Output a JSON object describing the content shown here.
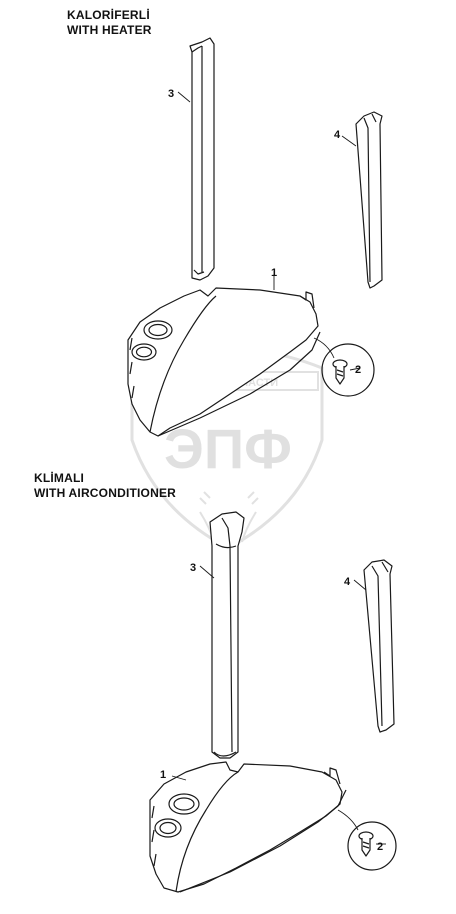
{
  "watermark": {
    "caption": "ЗАПЧАСТИ",
    "brand": "ЭПФ",
    "color": "#c9c9c9"
  },
  "sections": [
    {
      "id": "heater",
      "title_line1": "KALORİFERLİ",
      "title_line2": "WITH HEATER",
      "callouts": {
        "part1": "1",
        "part2": "2",
        "part3": "3",
        "part4": "4"
      }
    },
    {
      "id": "aircon",
      "title_line1": "KLİMALI",
      "title_line2": "WITH AIRCONDITIONER",
      "callouts": {
        "part1": "1",
        "part2": "2",
        "part3": "3",
        "part4": "4"
      }
    }
  ],
  "colors": {
    "line": "#1a1a1a",
    "part_fill": "#ffffff",
    "shade": "#dcdcdc"
  },
  "icons": {
    "screw": "screw-icon",
    "cup_holder": "cup-holder-icon"
  }
}
